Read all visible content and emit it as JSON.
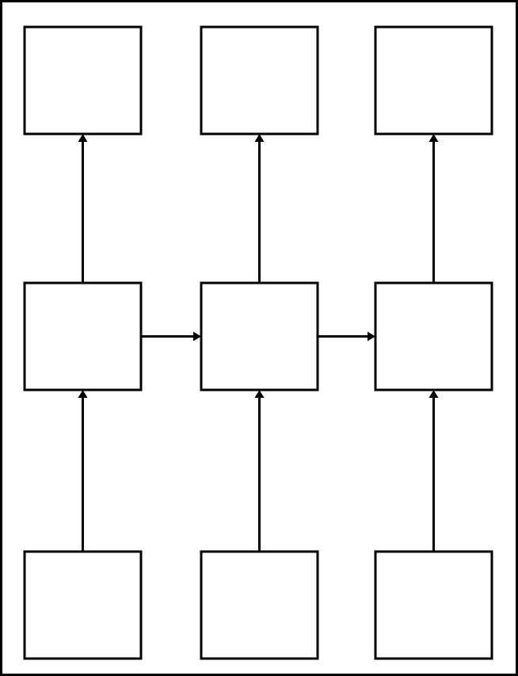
{
  "diagram": {
    "colors": {
      "stroke": "#000000",
      "fill": "#ffffff"
    },
    "nodes": [
      {
        "id": "top-1",
        "row": "top",
        "col": 1,
        "label": ""
      },
      {
        "id": "top-2",
        "row": "top",
        "col": 2,
        "label": ""
      },
      {
        "id": "top-3",
        "row": "top",
        "col": 3,
        "label": ""
      },
      {
        "id": "middle-1",
        "row": "middle",
        "col": 1,
        "label": ""
      },
      {
        "id": "middle-2",
        "row": "middle",
        "col": 2,
        "label": ""
      },
      {
        "id": "middle-3",
        "row": "middle",
        "col": 3,
        "label": ""
      },
      {
        "id": "bottom-1",
        "row": "bottom",
        "col": 1,
        "label": ""
      },
      {
        "id": "bottom-2",
        "row": "bottom",
        "col": 2,
        "label": ""
      },
      {
        "id": "bottom-3",
        "row": "bottom",
        "col": 3,
        "label": ""
      }
    ],
    "edges": [
      {
        "from": "bottom-1",
        "to": "middle-1"
      },
      {
        "from": "bottom-2",
        "to": "middle-2"
      },
      {
        "from": "bottom-3",
        "to": "middle-3"
      },
      {
        "from": "middle-1",
        "to": "top-1"
      },
      {
        "from": "middle-2",
        "to": "top-2"
      },
      {
        "from": "middle-3",
        "to": "top-3"
      },
      {
        "from": "middle-1",
        "to": "middle-2"
      },
      {
        "from": "middle-2",
        "to": "middle-3"
      }
    ]
  }
}
